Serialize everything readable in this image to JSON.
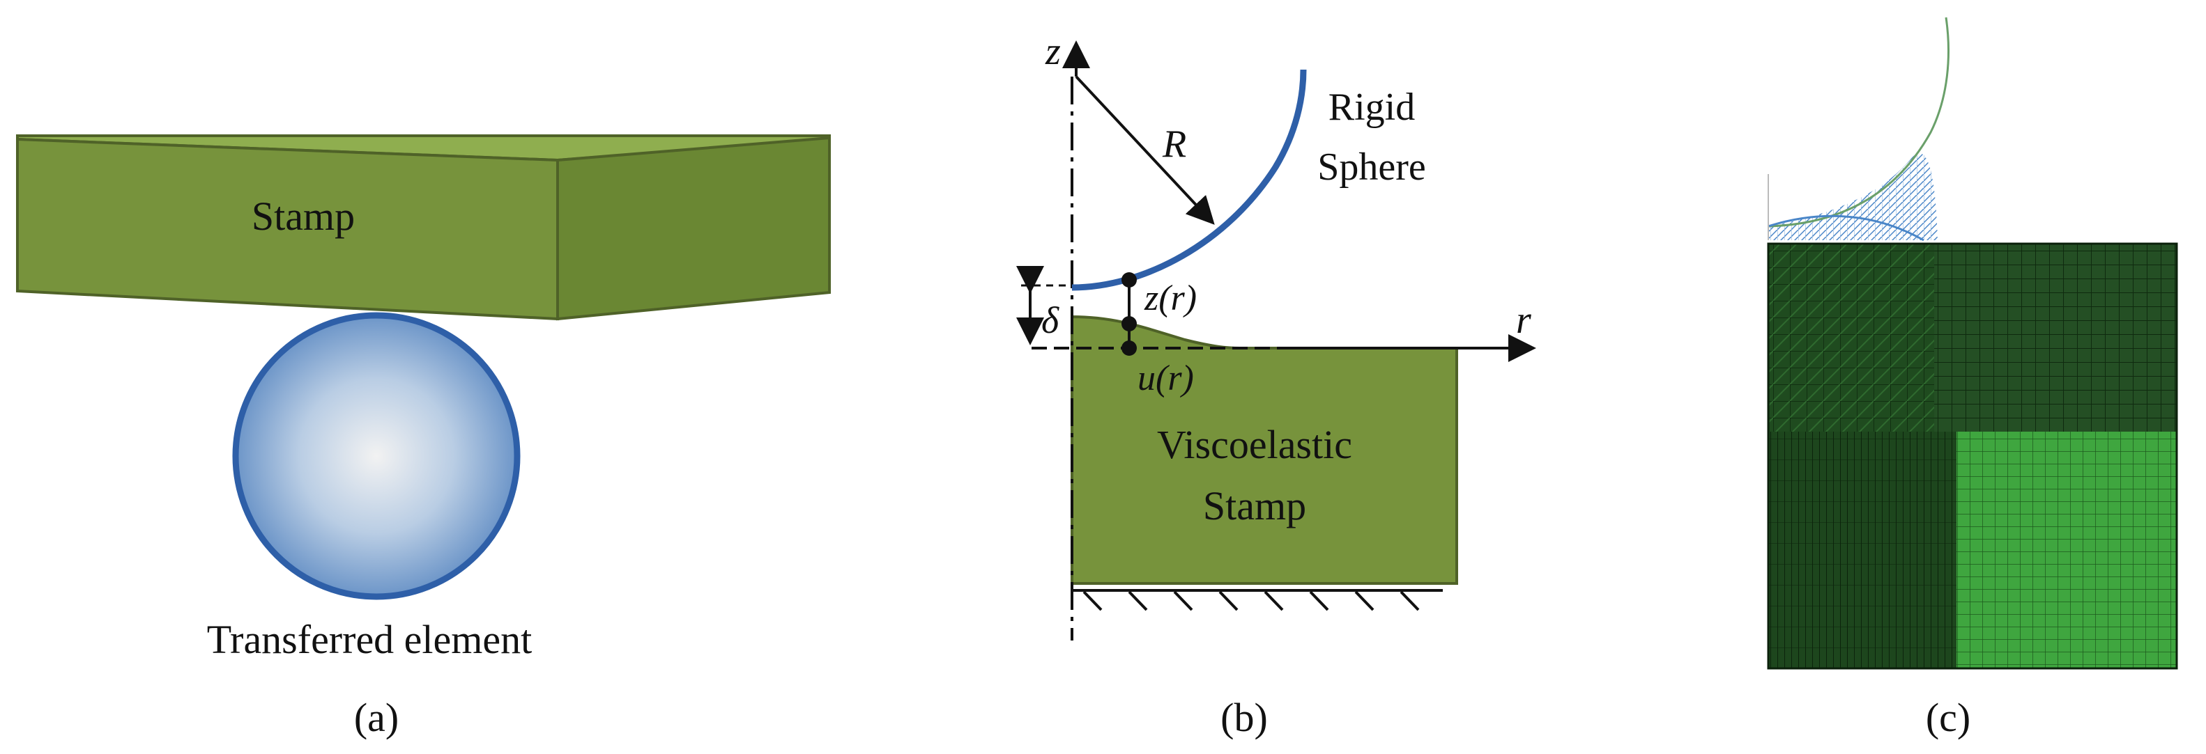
{
  "panel_a": {
    "stamp_label": "Stamp",
    "element_label": "Transferred element",
    "caption": "(a)"
  },
  "panel_b": {
    "z_axis_label": "z",
    "r_axis_label": "r",
    "radius_label": "R",
    "sphere_label_line1": "Rigid",
    "sphere_label_line2": "Sphere",
    "gap_label": "z(r)",
    "displacement_label": "u(r)",
    "delta_label": "δ",
    "stamp_label_line1": "Viscoelastic",
    "stamp_label_line2": "Stamp",
    "caption": "(b)"
  },
  "panel_c": {
    "caption": "(c)"
  },
  "colors": {
    "stamp_green": "#77933c",
    "stamp_edge": "#4f6228",
    "sphere_blue": "#2e5fa8",
    "mesh_dark": "#1e4a1e",
    "mesh_light": "#3fa63f",
    "mesh_blue": "#4a86c8"
  }
}
